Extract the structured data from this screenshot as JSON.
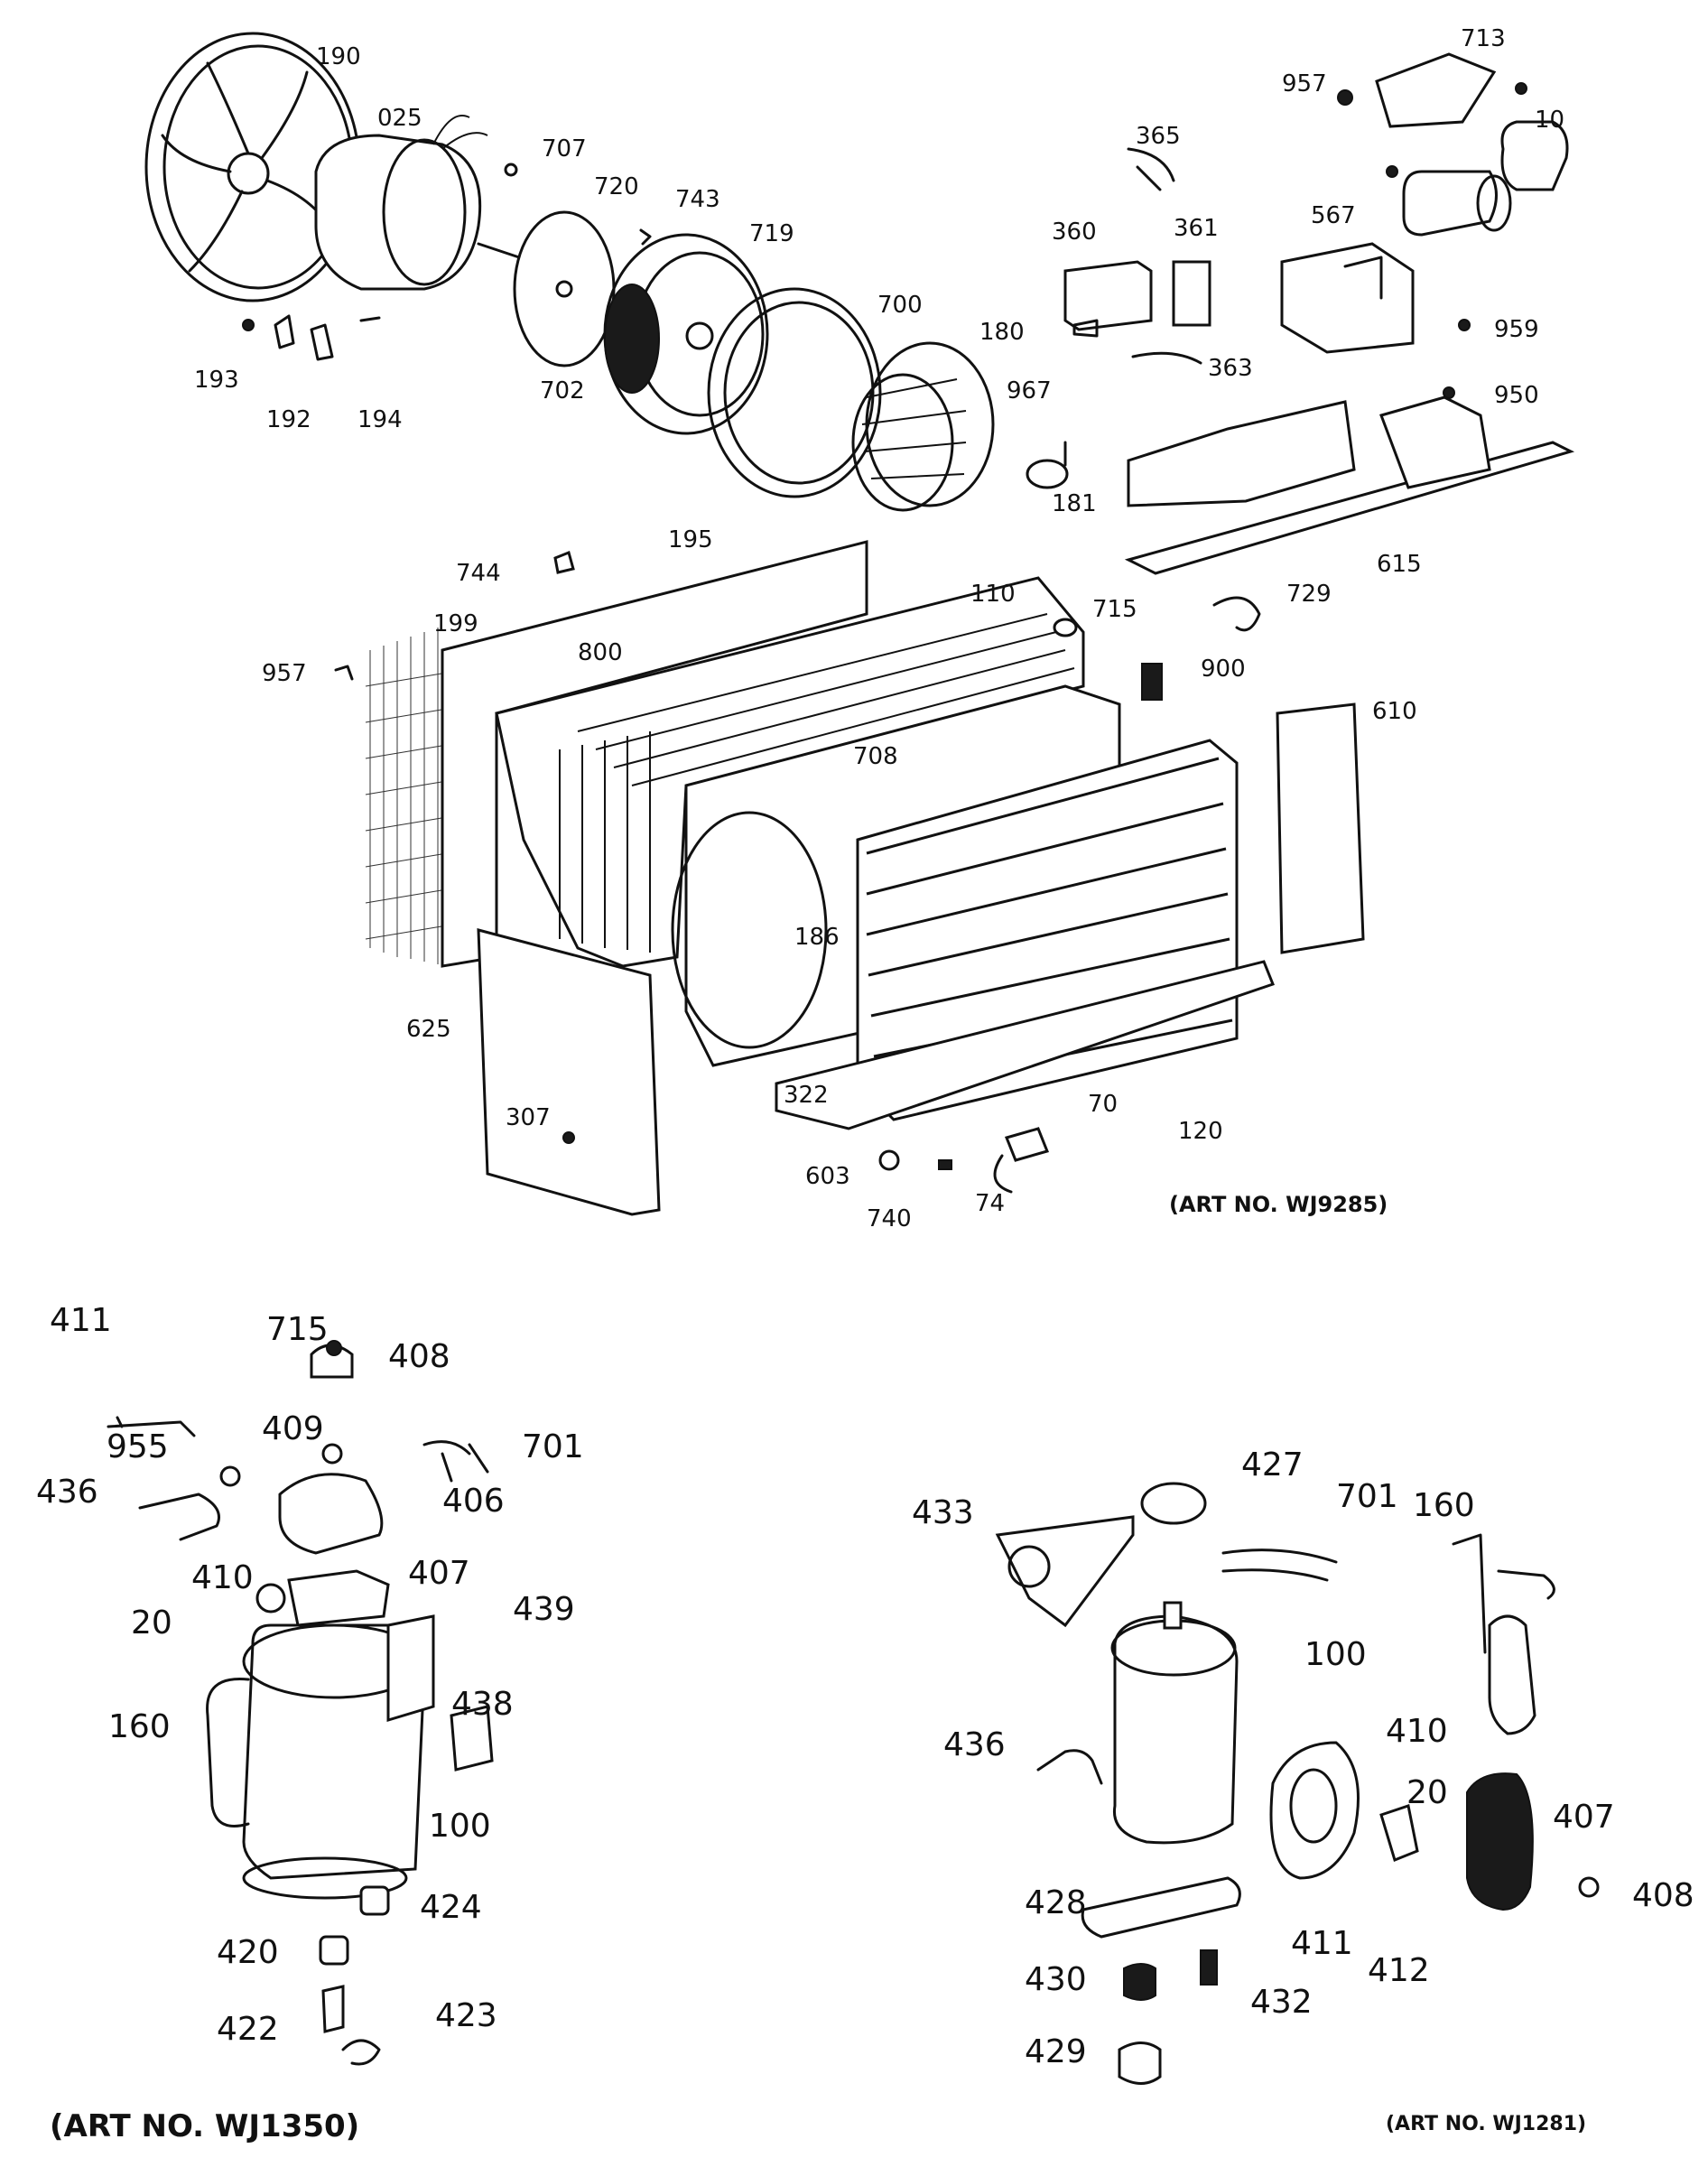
{
  "art_numbers": {
    "top": "(ART NO. WJ9285)",
    "bottom_left": "(ART NO. WJ1350)",
    "bottom_right": "(ART NO. WJ1281)"
  },
  "labels": {
    "top": [
      "190",
      "025",
      "707",
      "720",
      "743",
      "719",
      "700",
      "180",
      "193",
      "192",
      "194",
      "702",
      "957",
      "713",
      "10",
      "365",
      "360",
      "361",
      "567",
      "959",
      "967",
      "363",
      "950",
      "181",
      "615",
      "744",
      "195",
      "110",
      "715",
      "729",
      "199",
      "957",
      "800",
      "900",
      "610",
      "708",
      "186",
      "625",
      "322",
      "120",
      "307",
      "70",
      "603",
      "740",
      "74"
    ],
    "bottom_left": [
      "411",
      "715",
      "408",
      "409",
      "701",
      "955",
      "406",
      "436",
      "410",
      "407",
      "20",
      "439",
      "438",
      "160",
      "100",
      "424",
      "420",
      "422",
      "423"
    ],
    "bottom_right": [
      "427",
      "433",
      "701",
      "160",
      "100",
      "436",
      "410",
      "20",
      "407",
      "428",
      "411",
      "412",
      "408",
      "430",
      "432",
      "429"
    ]
  }
}
